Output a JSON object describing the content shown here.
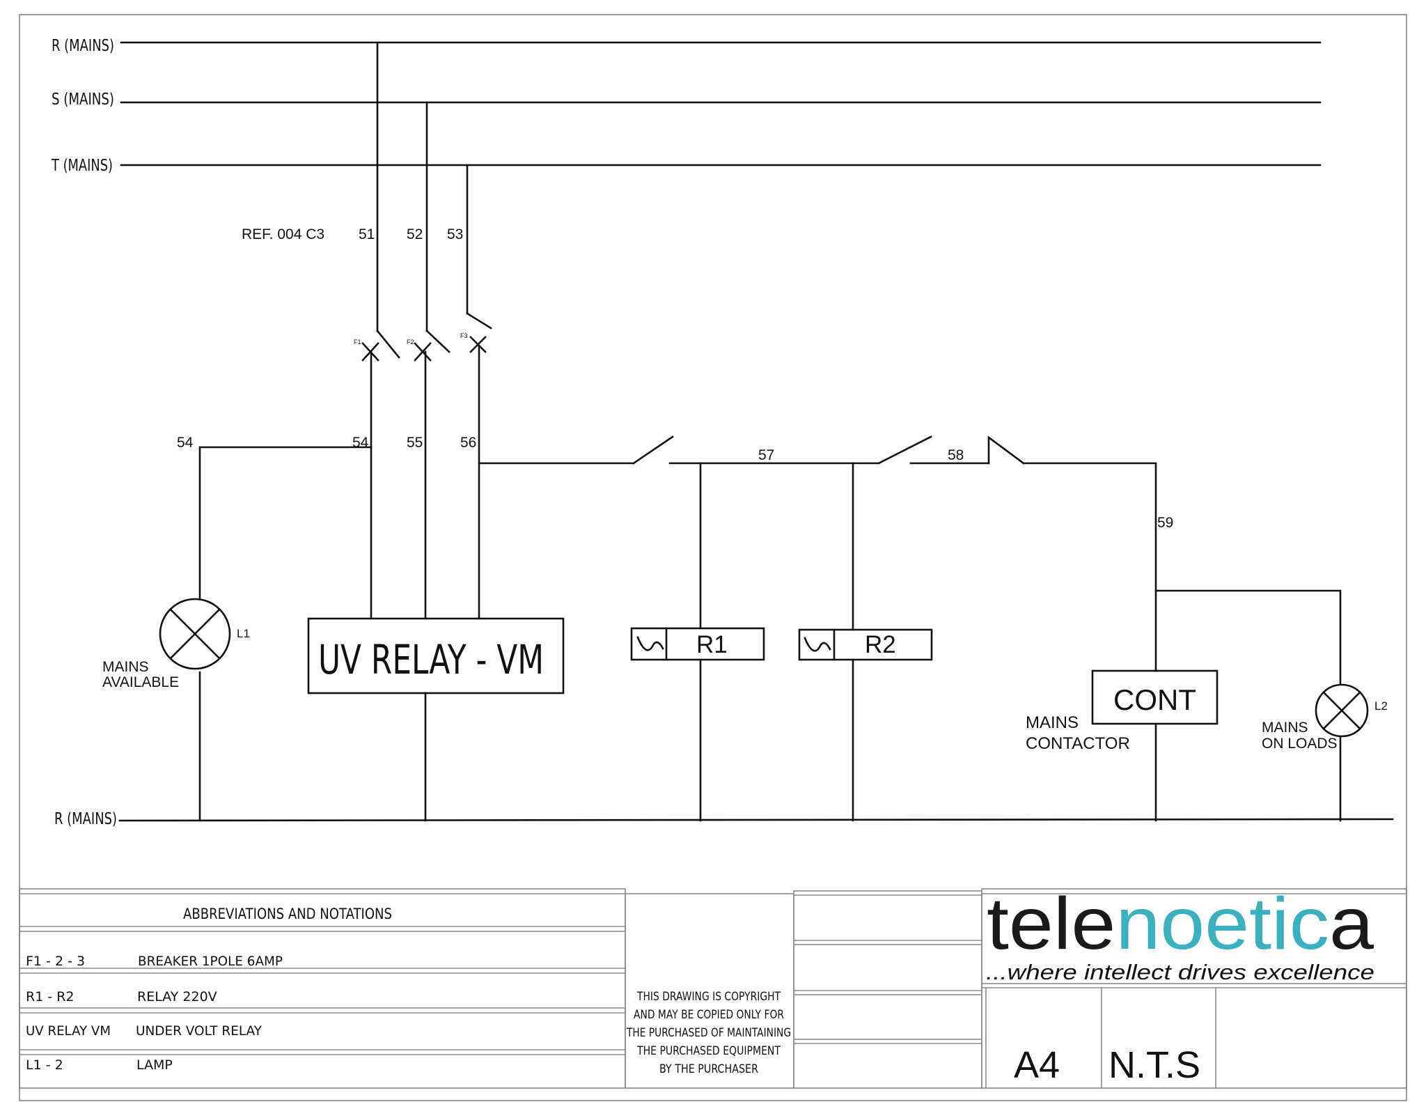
{
  "colors": {
    "line": "#111111",
    "brand_teal": "#3ab0c0",
    "brand_dark": "#1a1a1a",
    "frame": "#8a8a8a"
  },
  "buses": {
    "r_mains_top": "R (MAINS)",
    "s_mains": "S (MAINS)",
    "t_mains": "T (MAINS)",
    "r_mains_bottom": "R (MAINS)"
  },
  "wires": {
    "ref": "REF. 004  C3",
    "w51": "51",
    "w52": "52",
    "w53": "53",
    "w54_left": "54",
    "w54": "54",
    "w55": "55",
    "w56": "56",
    "w57": "57",
    "w58": "58",
    "w59": "59"
  },
  "breakers": {
    "f1": "F1",
    "f2": "F2",
    "f3": "F3"
  },
  "components": {
    "uv_relay": "UV RELAY - VM",
    "r1": "R1",
    "r2": "R2",
    "cont": "CONT",
    "l1_tag": "L1",
    "l2_tag": "L2",
    "l1_caption_1": "MAINS",
    "l1_caption_2": "AVAILABLE",
    "cont_caption_1": "MAINS",
    "cont_caption_2": "CONTACTOR",
    "l2_caption_1": "MAINS",
    "l2_caption_2": "ON LOADS"
  },
  "notes": {
    "heading": "ABBREVIATIONS AND NOTATIONS",
    "rows": [
      {
        "code": "F1 - 2 - 3",
        "desc": "BREAKER 1POLE 6AMP"
      },
      {
        "code": "R1 - R2",
        "desc": "RELAY 220V"
      },
      {
        "code": "UV RELAY VM",
        "desc": "UNDER VOLT RELAY"
      },
      {
        "code": "L1 - 2",
        "desc": "LAMP"
      }
    ]
  },
  "copyright": [
    "THIS DRAWING IS COPYRIGHT",
    "AND MAY BE COPIED ONLY FOR",
    "THE PURCHASED OF MAINTAINING",
    "THE PURCHASED EQUIPMENT",
    "BY THE PURCHASER"
  ],
  "brand": {
    "part1": "tele",
    "part2": "noetic",
    "part3": "a",
    "tagline": "...where intellect drives excellence"
  },
  "title_block": {
    "size": "A4",
    "scale": "N.T.S"
  }
}
